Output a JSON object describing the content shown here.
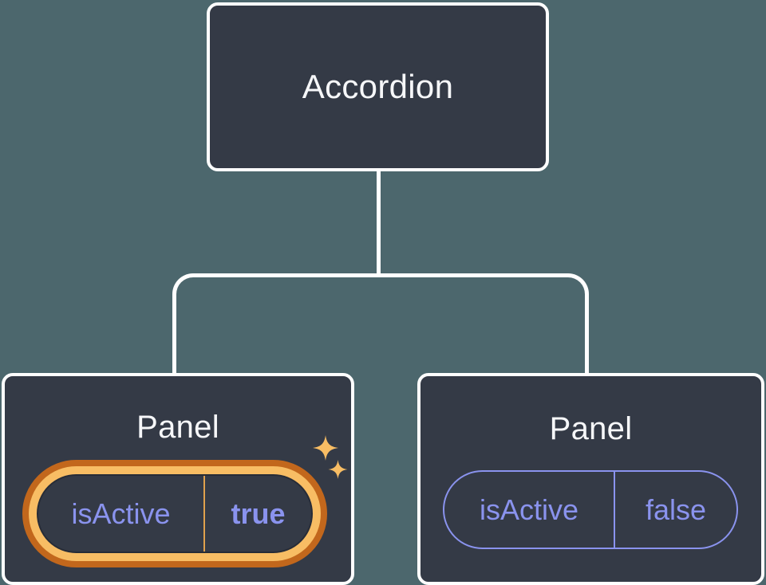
{
  "tree": {
    "root": {
      "label": "Accordion"
    },
    "children": [
      {
        "label": "Panel",
        "prop": {
          "name": "isActive",
          "value": "true"
        },
        "highlighted": true
      },
      {
        "label": "Panel",
        "prop": {
          "name": "isActive",
          "value": "false"
        },
        "highlighted": false
      }
    ]
  },
  "icons": {
    "sparkle_large": "sparkle-icon",
    "sparkle_small": "sparkle-icon"
  },
  "colors": {
    "background": "#4C676D",
    "node_fill": "#343A46",
    "node_border": "#FFFFFF",
    "title_text": "#F6F7F9",
    "state_text": "#8A93EE",
    "pill_border": "#8A93EE",
    "ring_outer": "#C2671C",
    "ring_inner": "#F8BD64",
    "gold_divider": "#DFA14D",
    "sparkle": "#F8BD64"
  }
}
